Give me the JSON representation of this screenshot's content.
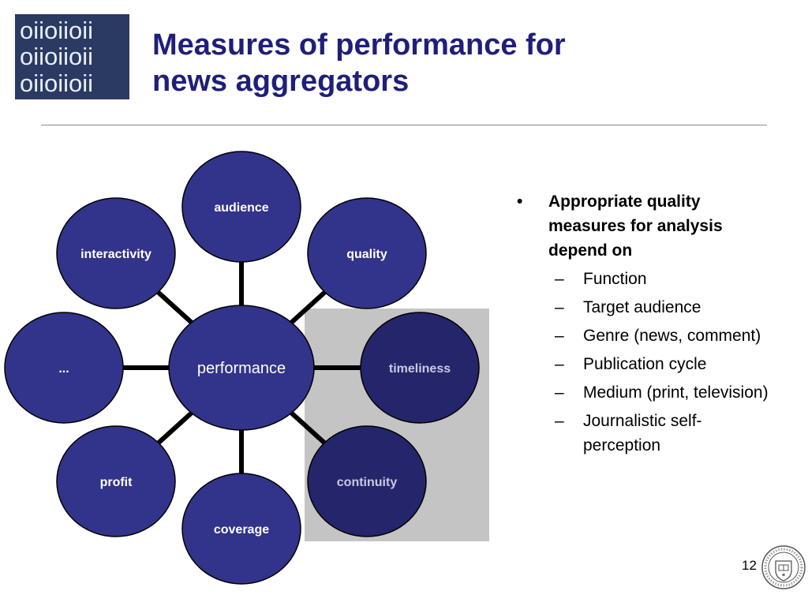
{
  "logo": {
    "rows": [
      "oiioiioii",
      "oiioiioii",
      "oiioiioii"
    ],
    "colors": {
      "background": "#2b3a63",
      "text": "#e8eef8"
    }
  },
  "title": {
    "line1": "Measures of performance for",
    "line2": "news aggregators"
  },
  "diagram": {
    "center": "performance",
    "nodes": {
      "audience": "audience",
      "quality": "quality",
      "timeliness": "timeliness",
      "continuity": "continuity",
      "coverage": "coverage",
      "profit": "profit",
      "more": "...",
      "interactivity": "interactivity"
    },
    "colors": {
      "node_fill": "#32338a",
      "highlighted_fill": "#25256b",
      "highlight_box": "#c4c4c4",
      "stroke": "#000000"
    }
  },
  "bullets": {
    "main_mark": "•",
    "main": "Appropriate quality measures for analysis depend on",
    "dash": "–",
    "items": [
      "Function",
      "Target audience",
      "Genre (news, comment)",
      "Publication cycle",
      "Medium (print, television)",
      "Journalistic self-perception"
    ]
  },
  "footer": {
    "page_number": "12",
    "seal_icon": "university-seal-icon"
  }
}
